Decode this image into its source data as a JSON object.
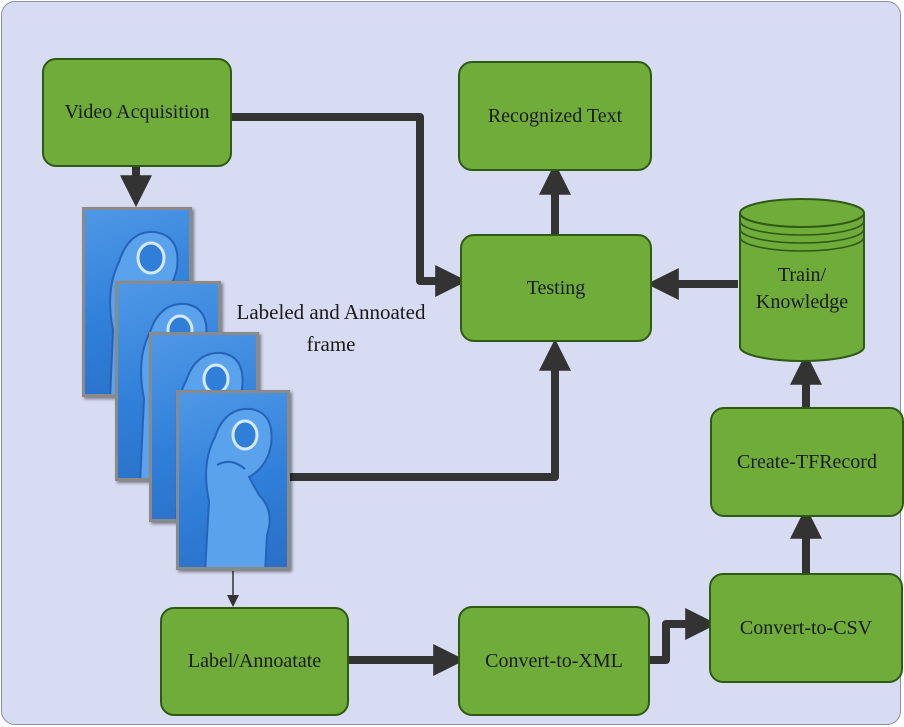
{
  "nodes": {
    "video_acquisition": "Video Acquisition",
    "recognized_text": "Recognized Text",
    "testing": "Testing",
    "train_knowledge": "Train/\nKnowledge",
    "create_tfrecord": "Create-TFRecord",
    "convert_to_csv": "Convert-to-CSV",
    "convert_to_xml": "Convert-to-XML",
    "label_annotate": "Label/Annoatate"
  },
  "frames_caption": "Labeled and Annoated\nframe",
  "colors": {
    "box_fill": "#6fac3a",
    "box_border": "#2e5a16",
    "background": "#d8dcf2",
    "arrow": "#333333",
    "frame_blue": "#2f7fd9"
  },
  "icons": {
    "frames": "hand-sign-frame-image",
    "database": "database-cylinder-icon"
  }
}
